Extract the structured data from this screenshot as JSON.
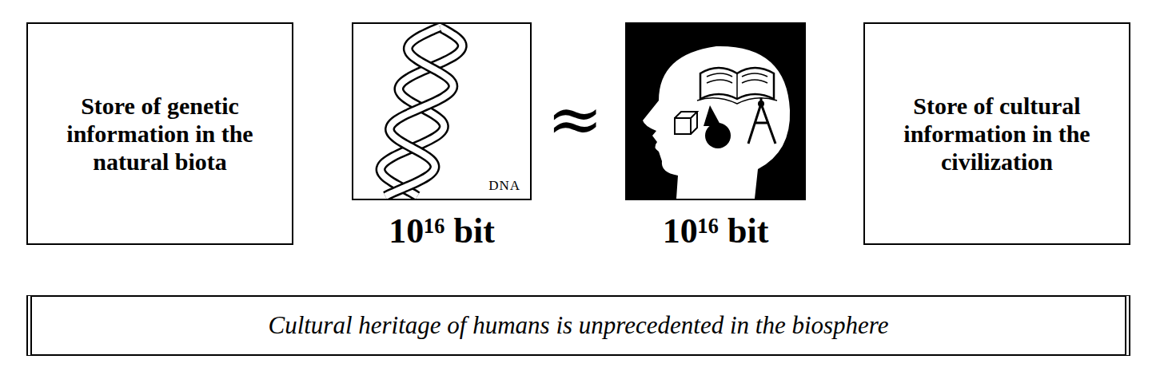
{
  "diagram": {
    "nodes": [
      {
        "text": [
          "Store of genetic information in the natural biota"
        ]
      },
      {
        "text": [
          "DNA",
          "10¹⁶ bit"
        ]
      },
      {
        "text": [
          "10¹⁶ bit"
        ]
      },
      {
        "text": [
          "Store of cultural information in the civilization"
        ]
      },
      {
        "text": [
          "Cultural heritage of humans is unprecedented in the biosphere"
        ]
      }
    ],
    "labels": [
      "≈"
    ]
  }
}
